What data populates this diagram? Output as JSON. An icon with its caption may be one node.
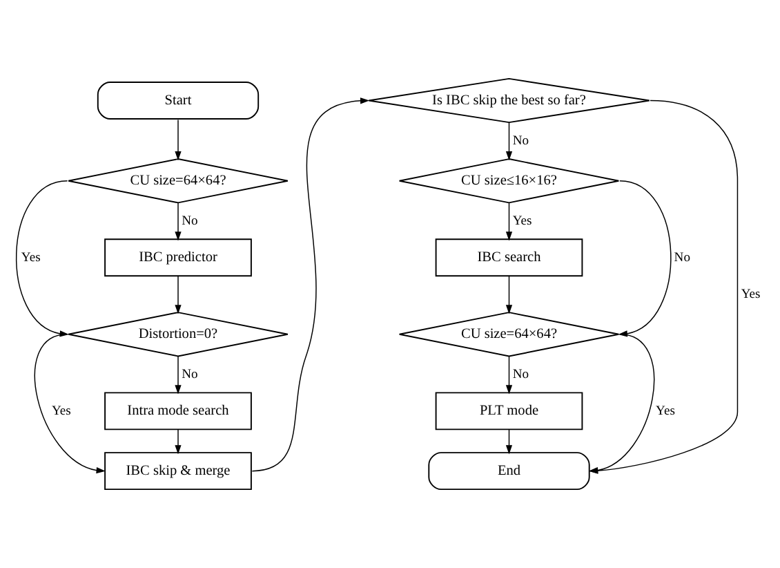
{
  "diagram": {
    "nodes": [
      {
        "text": [
          "Start"
        ]
      },
      {
        "text": [
          "CU size=64×64?"
        ]
      },
      {
        "text": [
          "IBC predictor"
        ]
      },
      {
        "text": [
          "Distortion=0?"
        ]
      },
      {
        "text": [
          "Intra mode search"
        ]
      },
      {
        "text": [
          "IBC skip & merge"
        ]
      },
      {
        "text": [
          "Is IBC skip the best so far?"
        ]
      },
      {
        "text": [
          "CU size≤16×16?"
        ]
      },
      {
        "text": [
          "IBC search"
        ]
      },
      {
        "text": [
          "CU size=64×64?"
        ]
      },
      {
        "text": [
          "PLT mode"
        ]
      },
      {
        "text": [
          "End"
        ]
      }
    ],
    "edges": [
      {
        "from": 0,
        "to": 1,
        "arrow": "to"
      },
      {
        "from": 1,
        "to": 2,
        "arrow": "to",
        "label": "No"
      },
      {
        "from": 1,
        "to": 3,
        "arrow": "to",
        "label": "Yes"
      },
      {
        "from": 2,
        "to": 3,
        "arrow": "to"
      },
      {
        "from": 3,
        "to": 4,
        "arrow": "to",
        "label": "No"
      },
      {
        "from": 3,
        "to": 5,
        "arrow": "to",
        "label": "Yes"
      },
      {
        "from": 4,
        "to": 5,
        "arrow": "to"
      },
      {
        "from": 5,
        "to": 6,
        "arrow": "to"
      },
      {
        "from": 6,
        "to": 7,
        "arrow": "to",
        "label": "No"
      },
      {
        "from": 6,
        "to": 11,
        "arrow": "to",
        "label": "Yes"
      },
      {
        "from": 7,
        "to": 8,
        "arrow": "to",
        "label": "Yes"
      },
      {
        "from": 7,
        "to": 9,
        "arrow": "to",
        "label": "No"
      },
      {
        "from": 8,
        "to": 9,
        "arrow": "to"
      },
      {
        "from": 9,
        "to": 10,
        "arrow": "to",
        "label": "No"
      },
      {
        "from": 9,
        "to": 11,
        "arrow": "to",
        "label": "Yes"
      },
      {
        "from": 10,
        "to": 11,
        "arrow": "to"
      }
    ]
  }
}
